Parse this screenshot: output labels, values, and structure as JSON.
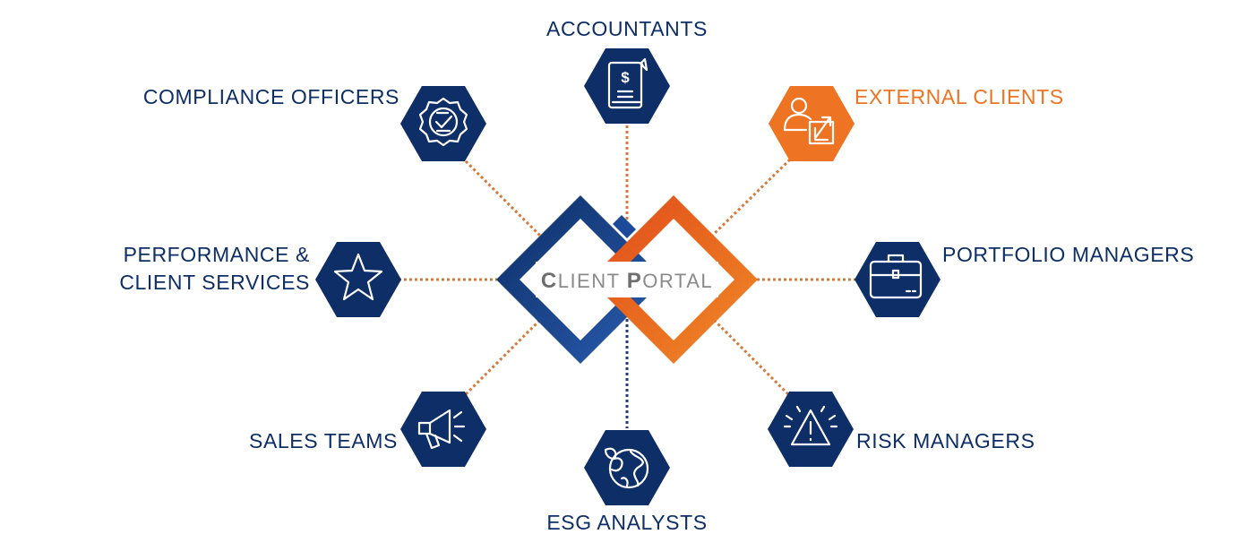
{
  "colors": {
    "navy": "#0d2e66",
    "orange": "#ee7322",
    "blue": "#2a5db0",
    "orange_dark": "#e45a1c",
    "portal_text": "#8a8a8a",
    "dotted_orange": "#d67a3c",
    "dotted_navy": "#1f3f7a"
  },
  "portal": {
    "part1_initial": "C",
    "part1_rest": "LIENT",
    "part2_initial": "P",
    "part2_rest": "ORTAL"
  },
  "nodes": [
    {
      "id": "accountants",
      "label": "ACCOUNTANTS",
      "icon": "book-dollar-icon",
      "highlighted": false
    },
    {
      "id": "compliance-officers",
      "label": "COMPLIANCE OFFICERS",
      "icon": "certified-badge-icon",
      "highlighted": false
    },
    {
      "id": "external-clients",
      "label": "EXTERNAL CLIENTS",
      "icon": "user-share-icon",
      "highlighted": true
    },
    {
      "id": "performance-client-services",
      "label_line1": "PERFORMANCE &",
      "label_line2": "CLIENT SERVICES",
      "icon": "star-icon",
      "highlighted": false
    },
    {
      "id": "portfolio-managers",
      "label": "PORTFOLIO MANAGERS",
      "icon": "briefcase-icon",
      "highlighted": false
    },
    {
      "id": "sales-teams",
      "label": "SALES TEAMS",
      "icon": "megaphone-icon",
      "highlighted": false
    },
    {
      "id": "esg-analysts",
      "label": "ESG ANALYSTS",
      "icon": "globe-leaf-icon",
      "highlighted": false
    },
    {
      "id": "risk-managers",
      "label": "RISK MANAGERS",
      "icon": "warning-icon",
      "highlighted": false
    }
  ]
}
